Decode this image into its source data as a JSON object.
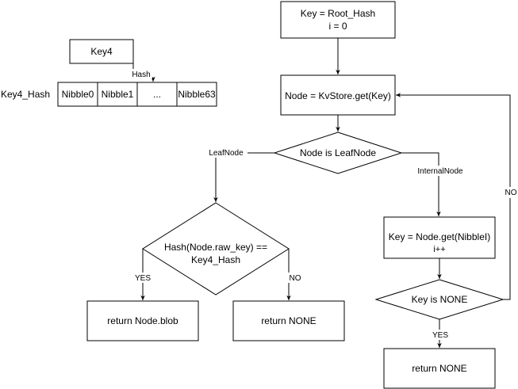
{
  "nodes": {
    "key4": "Key4",
    "key4_hash_label": "Key4_Hash",
    "nibbles": [
      "Nibble0",
      "Nibble1",
      "...",
      "Nibble63"
    ],
    "start": [
      "Key = Root_Hash",
      "i = 0"
    ],
    "kvstore_get": "Node = KvStore.get(Key)",
    "is_leaf": "Node is LeafNode",
    "hash_compare": [
      "Hash(Node.raw_key) ==",
      "Key4_Hash"
    ],
    "return_blob": "return Node.blob",
    "return_none_left": "return NONE",
    "node_get": [
      "Key = Node.get(NibbleI)",
      "i++"
    ],
    "is_none": "Key is NONE",
    "return_none_right": "return NONE"
  },
  "edge_labels": {
    "hash": "Hash",
    "leafnode": "LeafNode",
    "internalnode": "InternalNode",
    "yes_left": "YES",
    "no_left": "NO",
    "no_loop": "NO",
    "yes_right": "YES"
  }
}
